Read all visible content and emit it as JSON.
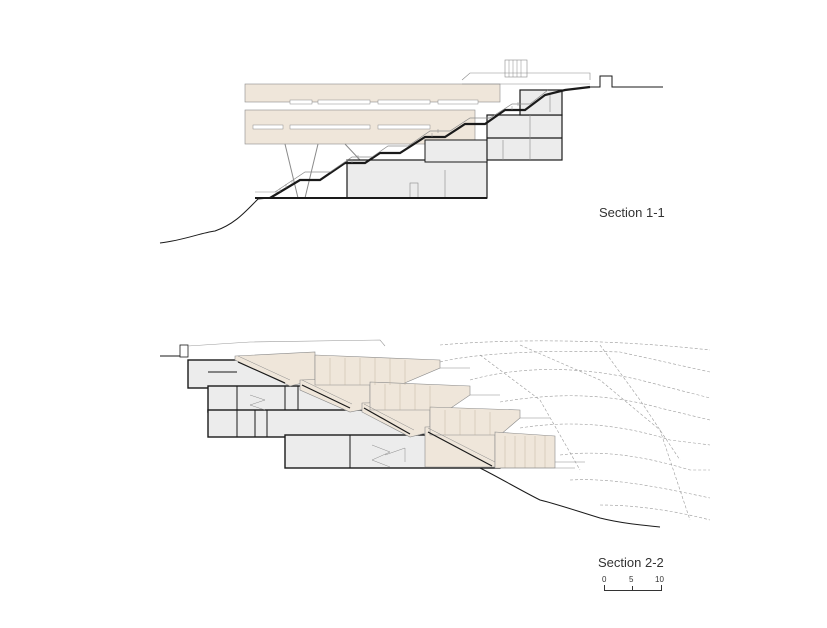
{
  "sections": [
    {
      "label": "Section 1-1"
    },
    {
      "label": "Section 2-2"
    }
  ],
  "scale_bar": {
    "ticks": [
      "0",
      "5",
      "10"
    ]
  },
  "colors": {
    "beige_fill": "#efe6da",
    "grey_fill": "#ececec",
    "line": "#1a1a1a",
    "thin_line": "#8a8a8a",
    "dashed": "#9a9a9a"
  }
}
